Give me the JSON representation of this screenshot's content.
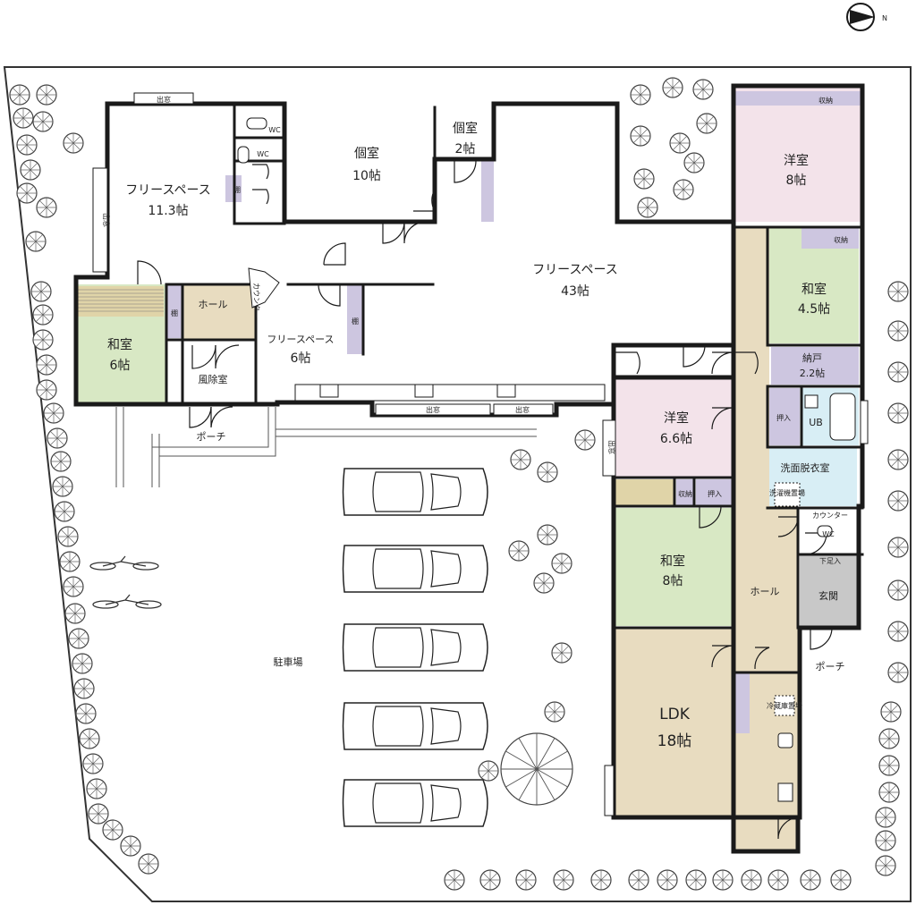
{
  "rooms": {
    "free_space_113": {
      "name": "フリースペース",
      "size": "11.3帖"
    },
    "private_10": {
      "name": "個室",
      "size": "10帖"
    },
    "private_2": {
      "name": "個室",
      "size": "2帖"
    },
    "free_space_43": {
      "name": "フリースペース",
      "size": "43帖"
    },
    "free_space_6": {
      "name": "フリースペース",
      "size": "6帖"
    },
    "hall_west": {
      "name": "ホール"
    },
    "washitsu_6": {
      "name": "和室",
      "size": "6帖"
    },
    "vestibule": {
      "name": "風除室"
    },
    "porch_west": {
      "name": "ポーチ"
    },
    "youshitsu_8": {
      "name": "洋室",
      "size": "8帖"
    },
    "washitsu_45": {
      "name": "和室",
      "size": "4.5帖"
    },
    "nando": {
      "name": "納戸",
      "size": "2.2帖"
    },
    "youshitsu_66": {
      "name": "洋室",
      "size": "6.6帖"
    },
    "washitsu_8": {
      "name": "和室",
      "size": "8帖"
    },
    "wash_room": {
      "name": "洗面脱衣室"
    },
    "ub": {
      "name": "UB"
    },
    "hall_east": {
      "name": "ホール"
    },
    "genkan": {
      "name": "玄関"
    },
    "porch_east": {
      "name": "ポーチ"
    },
    "ldk": {
      "name": "LDK",
      "size": "18帖"
    },
    "parking": {
      "name": "駐車場"
    }
  },
  "labels": {
    "wc": "WC",
    "shelf": "棚",
    "counter": "カウンター",
    "storage": "収納",
    "oshiire": "押入",
    "demado": "出窓",
    "shoe_storage": "下足入",
    "washer": "洗濯機置場",
    "fridge": "冷蔵庫置場"
  },
  "compass": {
    "label": "N"
  },
  "colors": {
    "wall": "#1a1a1a",
    "washitsu": "#d8e8c4",
    "youshitsu": "#f3e3ea",
    "hall": "#e8dcc0",
    "storage": "#cdc6e0",
    "bath": "#d8eef5",
    "genkan": "#c8c8c8",
    "tree": "#555555"
  }
}
